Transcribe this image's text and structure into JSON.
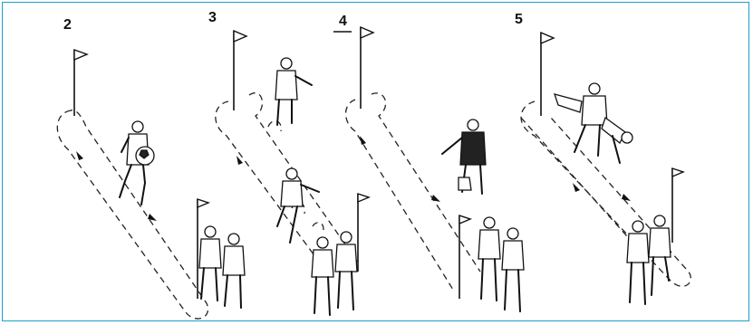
{
  "diagram": {
    "panels": [
      {
        "label": "2",
        "underlined": false
      },
      {
        "label": "3",
        "underlined": false
      },
      {
        "label": "4",
        "underlined": true
      },
      {
        "label": "5",
        "underlined": false
      }
    ],
    "colors": {
      "border": "#1a9fcf",
      "ink": "#111111"
    }
  }
}
